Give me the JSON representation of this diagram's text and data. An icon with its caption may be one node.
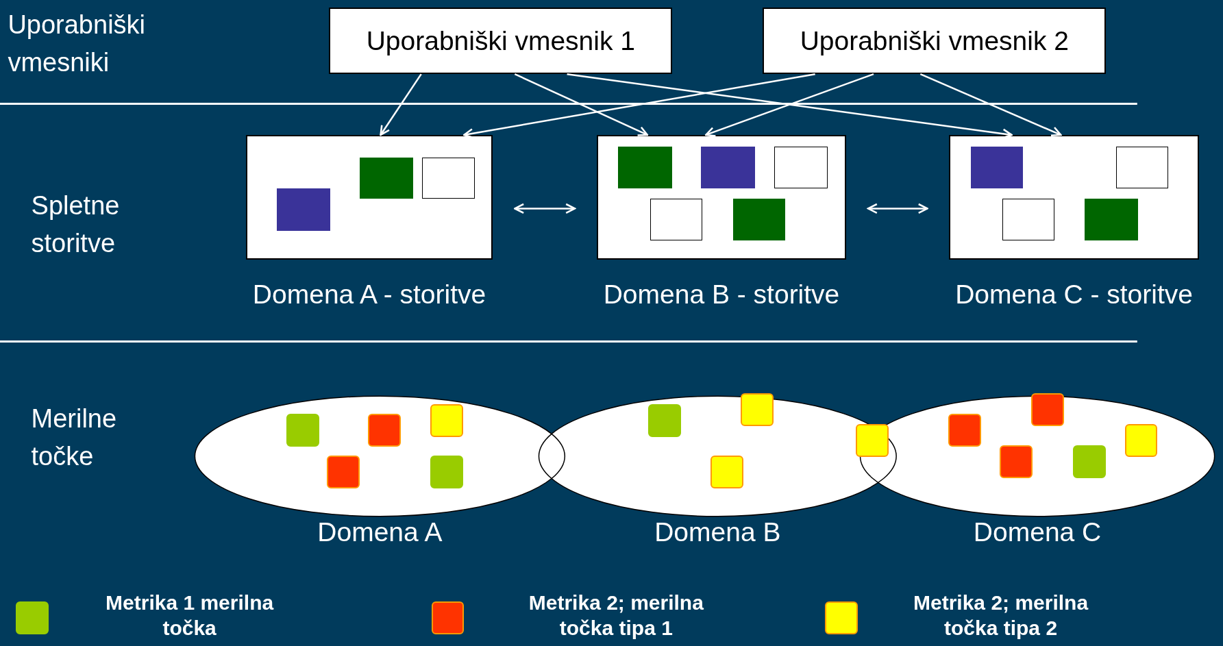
{
  "diagram": {
    "nodes": [
      {
        "text": [
          "Uporabniški vmesnik 1"
        ]
      },
      {
        "text": [
          "Uporabniški vmesnik 2"
        ]
      },
      {
        "text": [],
        "shape": "box",
        "beside": [
          "Domena A - storitve"
        ]
      },
      {
        "text": [],
        "shape": "box",
        "in": 2
      },
      {
        "text": [],
        "shape": "box",
        "in": 2
      },
      {
        "text": [],
        "shape": "box",
        "in": 2
      },
      {
        "text": [],
        "shape": "box",
        "beside": [
          "Domena B - storitve"
        ]
      },
      {
        "text": [],
        "shape": "box",
        "in": 6
      },
      {
        "text": [],
        "shape": "box",
        "in": 6
      },
      {
        "text": [],
        "shape": "box",
        "in": 6
      },
      {
        "text": [],
        "shape": "box",
        "in": 6
      },
      {
        "text": [],
        "shape": "box",
        "in": 6
      },
      {
        "text": [],
        "shape": "box",
        "beside": [
          "Domena C - storitve"
        ]
      },
      {
        "text": [],
        "shape": "box",
        "in": 12
      },
      {
        "text": [],
        "shape": "box",
        "in": 12
      },
      {
        "text": [],
        "shape": "box",
        "in": 12
      },
      {
        "text": [],
        "shape": "box",
        "in": 12
      },
      {
        "text": [],
        "shape": "ellipse",
        "beside": [
          "Domena A"
        ]
      },
      {
        "text": [],
        "shape": "ellipse",
        "beside": [
          "Domena B"
        ]
      },
      {
        "text": [],
        "shape": "ellipse",
        "beside": [
          "Domena C"
        ]
      }
    ],
    "edges": [
      {
        "from": 0,
        "to": 2,
        "arrow": "to"
      },
      {
        "from": 0,
        "to": 6,
        "arrow": "to"
      },
      {
        "from": 0,
        "to": 12,
        "arrow": "to"
      },
      {
        "from": 1,
        "to": 2,
        "arrow": "to"
      },
      {
        "from": 1,
        "to": 6,
        "arrow": "to"
      },
      {
        "from": 1,
        "to": 12,
        "arrow": "to"
      },
      {
        "from": 2,
        "to": 6,
        "arrow": "both"
      },
      {
        "from": 6,
        "to": 12,
        "arrow": "both"
      }
    ],
    "labels": [
      "Uporabniški vmesniki",
      "Spletne storitve",
      "Merilne točke"
    ],
    "legend": [
      {
        "text": "Metrika 1 merilna točka",
        "color": "#99cc00"
      },
      {
        "text": "Metrika 2; merilna točka tipa 1",
        "color": "#ff3300"
      },
      {
        "text": "Metrika 2; merilna točka tipa 2",
        "color": "#ffff00"
      }
    ]
  }
}
